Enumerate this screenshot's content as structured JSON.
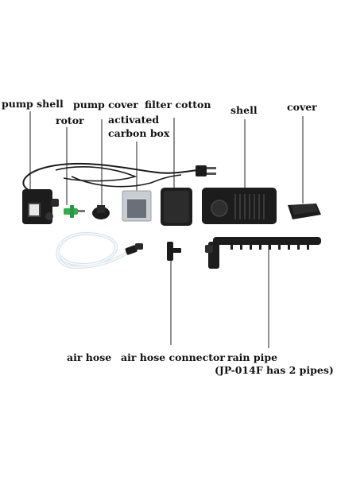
{
  "labels": {
    "pump_shell": "pump shell",
    "rotor": "rotor",
    "pump_cover": "pump cover",
    "activated_carbon_box_line1": "activated",
    "activated_carbon_box_line2": "carbon box",
    "filter_cotton": "filter cotton",
    "shell": "shell",
    "cover": "cover",
    "air_hose": "air hose",
    "air_hose_connector": "air hose connector",
    "rain_pipe_line1": "rain pipe",
    "rain_pipe_line2": "(JP-014F has 2 pipes)"
  },
  "colors": {
    "background": "#ffffff",
    "part_dark": "#1c1c1c",
    "rotor_green": "#2fae4a",
    "hose": "#e6eef2",
    "carbon_box": "#c8cdd2"
  }
}
